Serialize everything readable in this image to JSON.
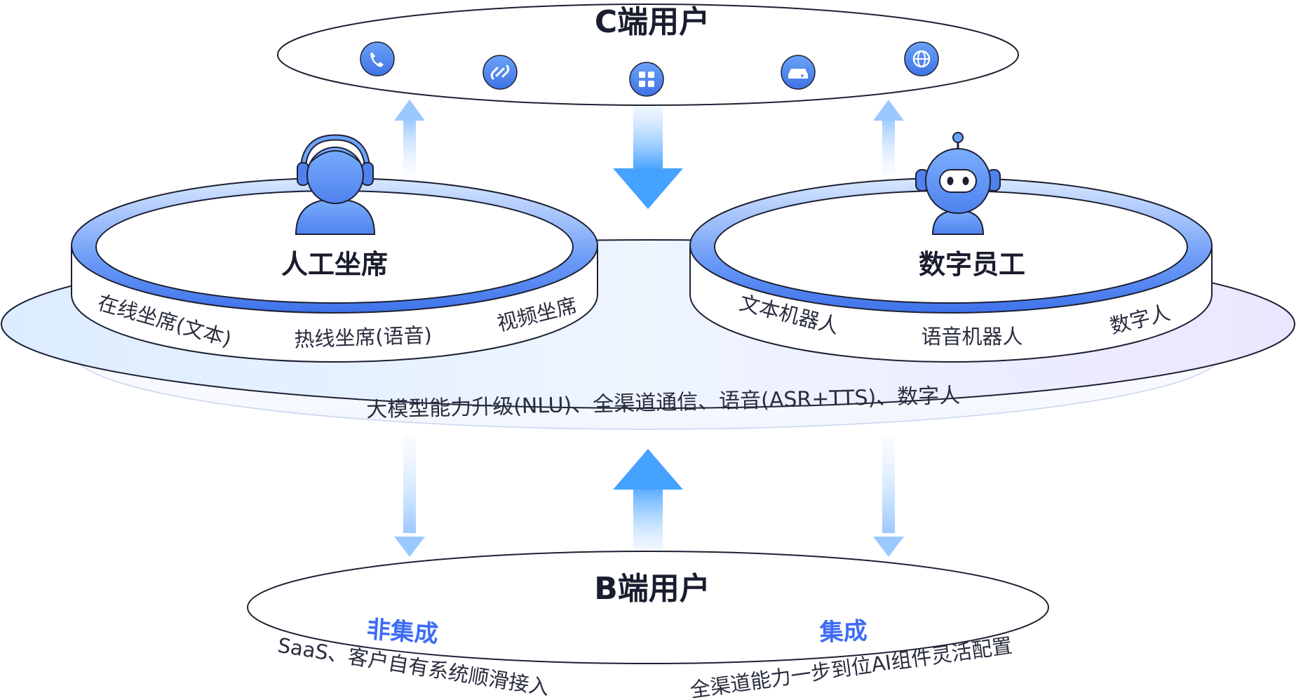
{
  "top_ring": {
    "title": "C端用户",
    "icons": [
      "phone-icon",
      "link-icon",
      "apps-grid-icon",
      "router-icon",
      "globe-icon"
    ]
  },
  "center_platform": {
    "caption": "大模型能力升级(NLU)、全渠道通信、语音(ASR+TTS)、数字人"
  },
  "left_disk": {
    "title": "人工坐席",
    "items": [
      "在线坐席(文本)",
      "热线坐席(语音)",
      "视频坐席"
    ],
    "figure": "agent-headset-icon"
  },
  "right_disk": {
    "title": "数字员工",
    "items": [
      "文本机器人",
      "语音机器人",
      "数字人"
    ],
    "figure": "robot-icon"
  },
  "bottom_ring": {
    "title": "B端用户",
    "left_tag": "非集成",
    "left_desc": "SaaS、客户自有系统顺滑接入",
    "right_tag": "集成",
    "right_desc": "全渠道能力一步到位AI组件灵活配置"
  },
  "colors": {
    "accent": "#3d6cf5",
    "icon_fill": "#4f8bf0",
    "title_text": "#1a1d2e",
    "body_text": "#2a2d3e"
  }
}
